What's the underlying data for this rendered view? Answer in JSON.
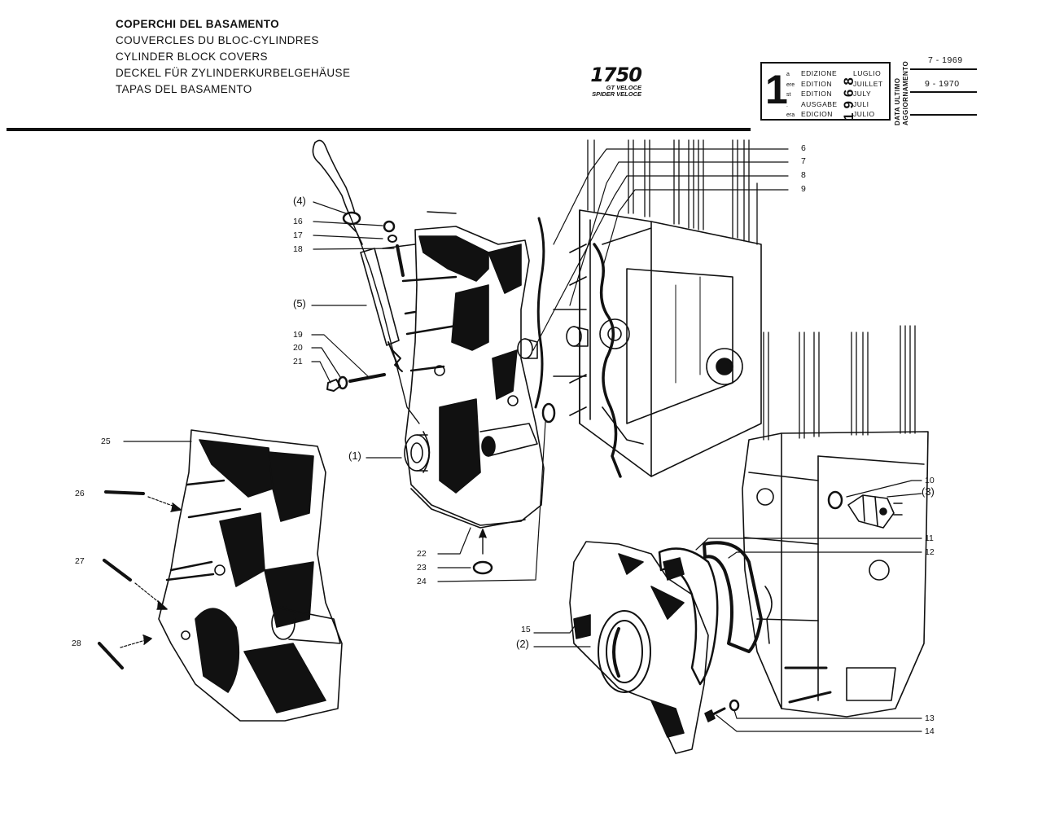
{
  "header": {
    "titles": [
      "COPERCHI DEL BASAMENTO",
      "COUVERCLES DU BLOC-CYLINDRES",
      "CYLINDER BLOCK COVERS",
      "DECKEL FÜR ZYLINDERKURBELGEHÄUSE",
      "TAPAS DEL BASAMENTO"
    ],
    "model": "1750",
    "model_sub": [
      "GT VELOCE",
      "SPIDER VELOCE"
    ]
  },
  "edition_box": {
    "number": "1",
    "superscripts": [
      "a",
      "ere",
      "st",
      ".",
      "era"
    ],
    "edition_words": [
      "EDIZIONE",
      "EDITION",
      "EDITION",
      "AUSGABE",
      "EDICION"
    ],
    "year": "1968",
    "months": [
      "LUGLIO",
      "JUILLET",
      "JULY",
      "JULI",
      "JULIO"
    ]
  },
  "update": {
    "label": [
      "DATA ULTIMO",
      "AGGIORNAMENTO"
    ],
    "dates": [
      "7 - 1969",
      "9 - 1970"
    ]
  },
  "callouts": {
    "c6": "6",
    "c7": "7",
    "c8": "8",
    "c9": "9",
    "c4": "(4)",
    "c16": "16",
    "c17": "17",
    "c18": "18",
    "c5": "(5)",
    "c19": "19",
    "c20": "20",
    "c21": "21",
    "c1": "(1)",
    "c22": "22",
    "c23": "23",
    "c24": "24",
    "c25": "25",
    "c26": "26",
    "c27": "27",
    "c28": "28",
    "c10": "10",
    "c3": "(3)",
    "c11": "11",
    "c12": "12",
    "c15": "15",
    "c2": "(2)",
    "c13": "13",
    "c14": "14"
  }
}
